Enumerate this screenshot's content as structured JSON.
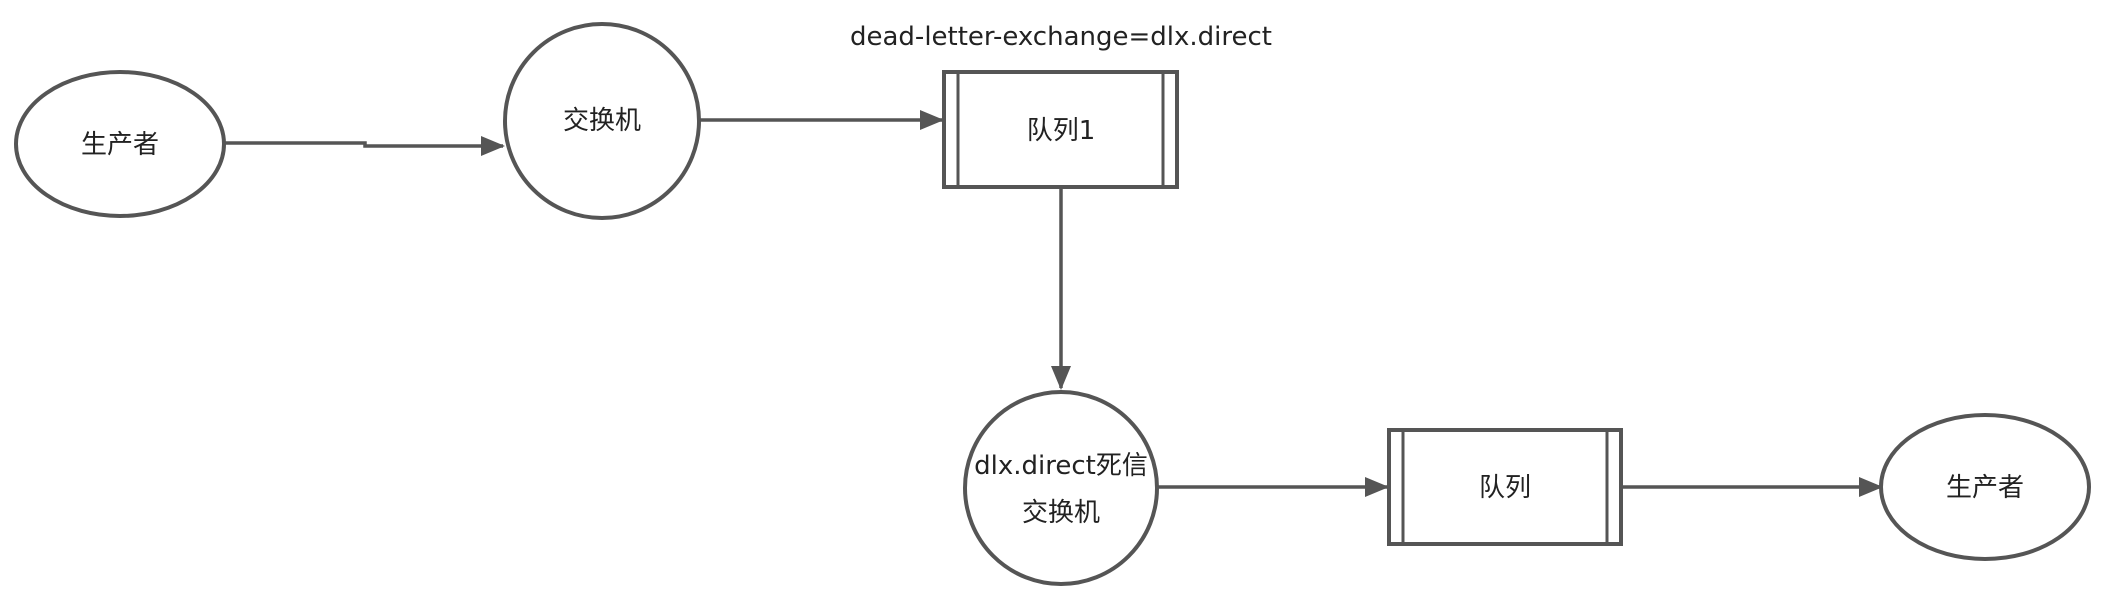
{
  "nodes": {
    "producer": {
      "label": "生产者"
    },
    "exchange": {
      "label": "交换机"
    },
    "queue1": {
      "label": "队列1"
    },
    "dlx_exchange": {
      "label_line1": "dlx.direct死信",
      "label_line2": "交换机"
    },
    "queue": {
      "label": "队列"
    },
    "consumer": {
      "label": "生产者"
    }
  },
  "annotations": {
    "queue1_argument": "dead-letter-exchange=dlx.direct"
  },
  "colors": {
    "stroke": "#555555",
    "text": "#222222",
    "background": "#ffffff"
  }
}
